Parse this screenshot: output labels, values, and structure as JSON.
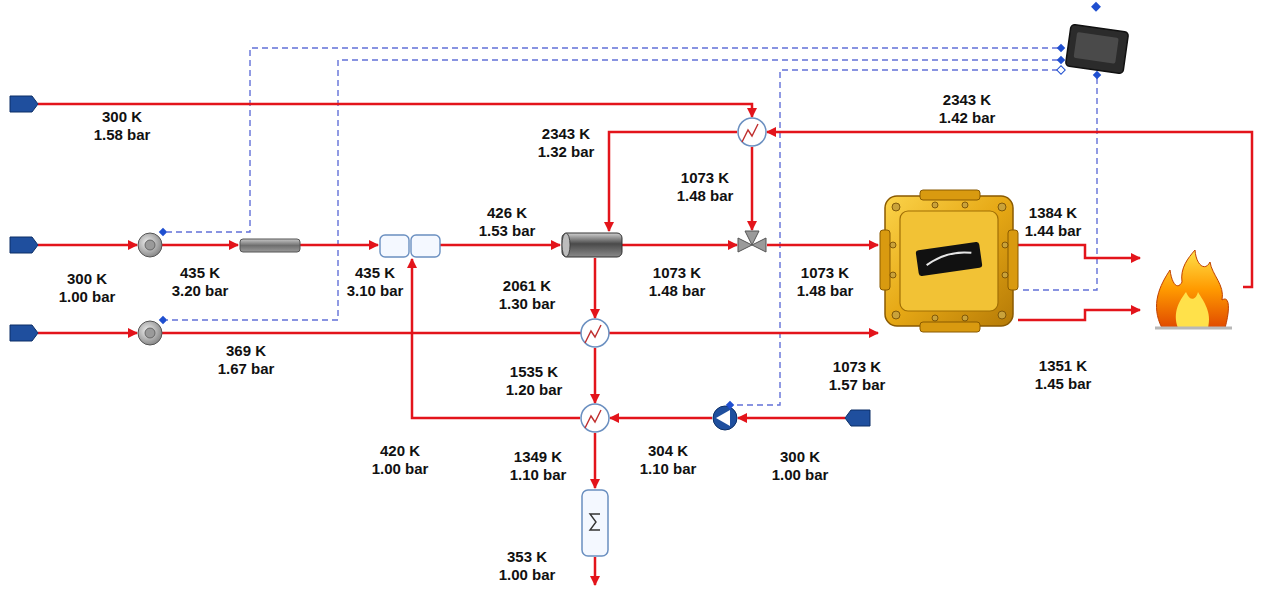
{
  "diagram": {
    "labels": [
      "300 K 1.58 bar",
      "2343 K 1.42 bar",
      "2343 K 1.32 bar",
      "1073 K 1.48 bar",
      "426 K 1.53 bar",
      "1384 K 1.44 bar",
      "300 K 1.00 bar",
      "435 K 3.20 bar",
      "435 K 3.10 bar",
      "2061 K 1.30 bar",
      "1073 K 1.48 bar",
      "1073 K 1.48 bar",
      "369 K 1.67 bar",
      "1535 K 1.20 bar",
      "1073 K 1.57 bar",
      "1351 K 1.45 bar",
      "420 K 1.00 bar",
      "1349 K 1.10 bar",
      "304 K 1.10 bar",
      "300 K 1.00 bar",
      "353 K 1.00 bar"
    ]
  }
}
